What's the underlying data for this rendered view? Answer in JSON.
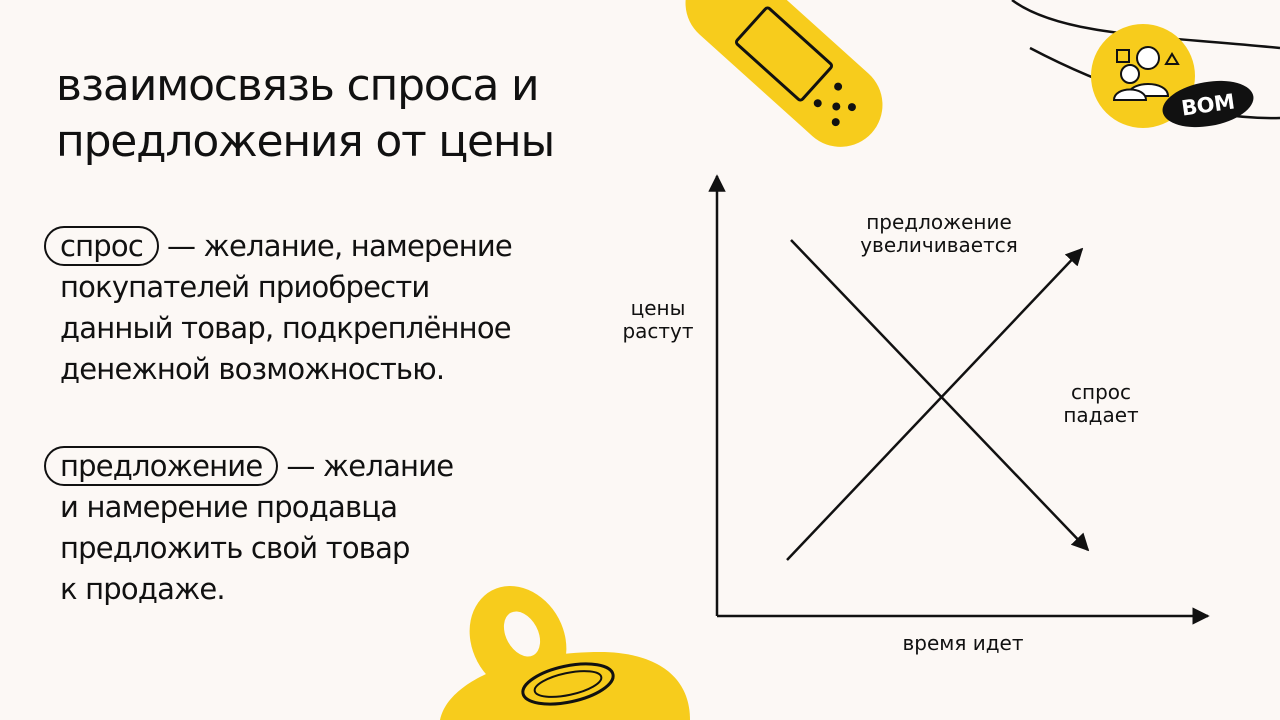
{
  "title": {
    "line1": "взаимосвязь спроса и",
    "line2": "предложения от цены"
  },
  "definitions": {
    "demand": {
      "term": "спрос",
      "separator": "—",
      "lines": [
        "желание, намерение",
        "покупателей приобрести",
        "данный товар, подкреплённое",
        "денежной возможностью."
      ]
    },
    "supply": {
      "term": "предложение",
      "separator": "—",
      "lines": [
        "желание",
        "и намерение продавца",
        "предложить свой товар",
        "к продаже."
      ]
    }
  },
  "diagram": {
    "y_axis_label": {
      "line1": "цены",
      "line2": "растут"
    },
    "x_axis_label": "время идет",
    "supply_line_label": {
      "line1": "предложение",
      "line2": "увеличивается"
    },
    "demand_line_label": {
      "line1": "спрос",
      "line2": "падает"
    }
  },
  "logo": {
    "text": "ВОМ"
  },
  "colors": {
    "background": "#fcf8f5",
    "accent": "#f7cc1c",
    "ink": "#111111"
  },
  "icons": [
    "bandage-icon",
    "pacifier-icon",
    "logo-people-icon"
  ]
}
